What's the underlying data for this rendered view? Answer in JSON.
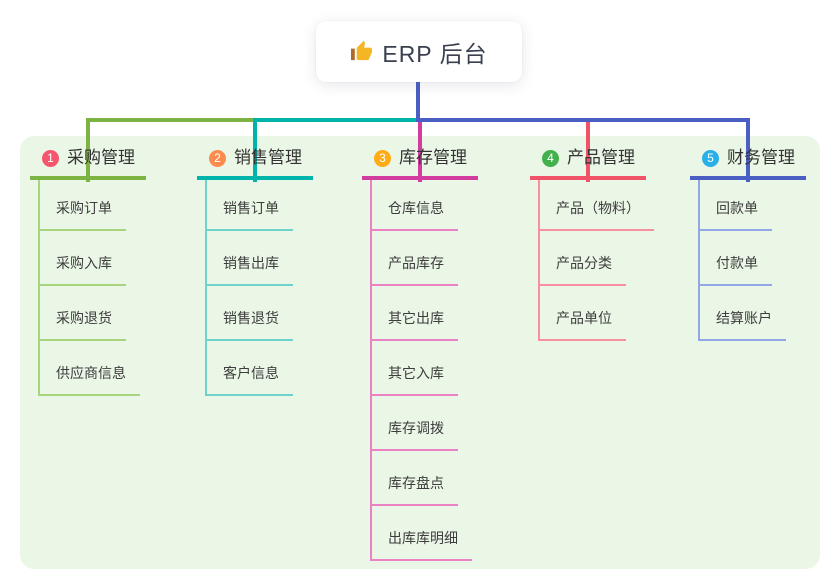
{
  "root": {
    "label": "ERP 后台",
    "icon": "thumbs-up-icon"
  },
  "branches": [
    {
      "number": "1",
      "title": "采购管理",
      "badge_color": "#f4566e",
      "line_color": "#7cb342",
      "child_line_color": "#a9d47e",
      "children": [
        "采购订单",
        "采购入库",
        "采购退货",
        "供应商信息"
      ]
    },
    {
      "number": "2",
      "title": "销售管理",
      "badge_color": "#fb8c4e",
      "line_color": "#00b3ab",
      "child_line_color": "#6ed4cb",
      "children": [
        "销售订单",
        "销售出库",
        "销售退货",
        "客户信息"
      ]
    },
    {
      "number": "3",
      "title": "库存管理",
      "badge_color": "#ffac14",
      "line_color": "#d23c9e",
      "child_line_color": "#ea82c4",
      "children": [
        "仓库信息",
        "产品库存",
        "其它出库",
        "其它入库",
        "库存调拨",
        "库存盘点",
        "出库库明细"
      ]
    },
    {
      "number": "4",
      "title": "产品管理",
      "badge_color": "#43b14b",
      "line_color": "#f25268",
      "child_line_color": "#f78fa0",
      "children": [
        "产品（物料）",
        "产品分类",
        "产品单位"
      ]
    },
    {
      "number": "5",
      "title": "财务管理",
      "badge_color": "#29b0e8",
      "line_color": "#4a5ec4",
      "child_line_color": "#93a7e4",
      "children": [
        "回款单",
        "付款单",
        "结算账户"
      ]
    }
  ],
  "colors": {
    "canvas_bg": "#ffffff",
    "panel_bg": "#eaf6e6",
    "root_stem": "#4a5ec4",
    "root_card_bg": "#ffffff",
    "root_text": "#39404e",
    "topic_text": "#333333",
    "child_text": "#3d3d3d"
  }
}
